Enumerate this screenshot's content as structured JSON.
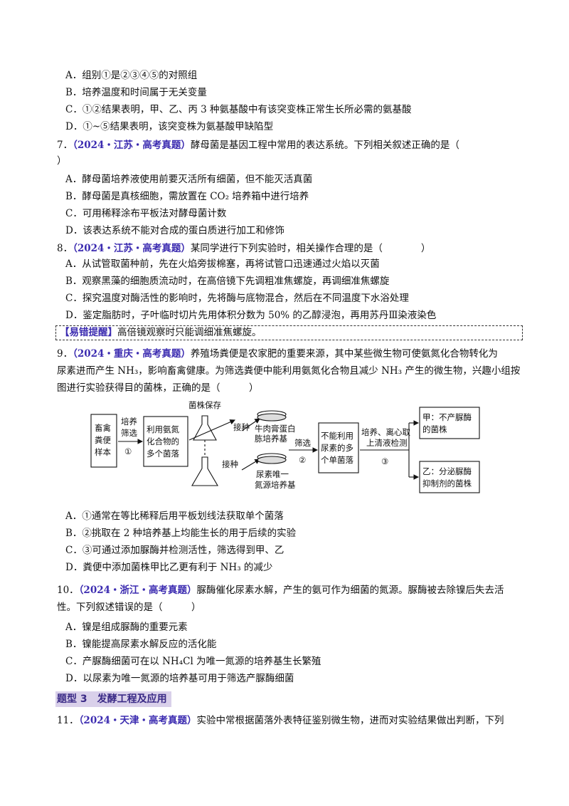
{
  "q6_options": [
    "A．组别①是②③④⑤的对照组",
    "B．培养温度和时间属于无关变量",
    "C．①②结果表明，甲、乙、丙 3 种氨基酸中有该突变株正常生长所必需的氨基酸",
    "D．①~⑤结果表明，该突变株为氨基酸甲缺陷型"
  ],
  "q7": {
    "number": "7．",
    "source": "（2024・江苏・高考真题）",
    "stem_line1": "酵母菌是基因工程中常用的表达系统。下列相关叙述正确的是（",
    "stem_line2": "）",
    "options": [
      "A．酵母菌培养液使用前要灭活所有细菌，但不能灭活真菌",
      "B．酵母菌是真核细胞，需放置在 CO₂ 培养箱中进行培养",
      "C．可用稀释涂布平板法对酵母菌计数",
      "D．该表达系统不能对合成的蛋白质进行加工和修饰"
    ]
  },
  "q8": {
    "number": "8．",
    "source": "（2024・江苏・高考真题）",
    "stem": "某同学进行下列实验时，相关操作合理的是（　　　　）",
    "options": [
      "A．从试管取菌种前，先在火焰旁拔棉塞，再将试管口迅速通过火焰以灭菌",
      "B．观察黑藻的细胞质流动时，在高倍镜下先调粗准焦螺旋，再调细准焦螺旋",
      "C．探究温度对酶活性的影响时，先将酶与底物混合，然后在不同温度下水浴处理",
      "D．鉴定脂肪时，子叶临时切片先用体积分数为 50% 的乙醇浸泡，再用苏丹Ⅲ染液染色"
    ]
  },
  "tip": {
    "label": "【易错提醒】",
    "text": "高倍镜观察时只能调细准焦螺旋。"
  },
  "q9": {
    "number": "9．",
    "source": "（2024・重庆・高考真题）",
    "stem_line1": "养殖场粪便是农家肥的重要来源，其中某些微生物可使氨氮化合物转化为",
    "stem_line2": "尿素进而产生 NH₃，影响畜禽健康。为筛选粪便中能利用氨氮化合物且减少 NH₃ 产生的微生物，兴趣小组按",
    "stem_line3": "图进行实验获得目的菌株，正确的是（　　　）",
    "diagram": {
      "box1": [
        "畜禽",
        "粪便",
        "样本"
      ],
      "arrow1_top": [
        "培养",
        "筛选"
      ],
      "arrow1_bottom": "①",
      "box2": [
        "利用氨氮",
        "化合物的",
        "多个菌落"
      ],
      "preserve": "菌株保存",
      "inoc_top": "接种",
      "inoc_bottom": "接种",
      "plate1": [
        "牛肉膏蛋白",
        "胨培养基"
      ],
      "plate2": [
        "尿素唯一",
        "氮源培养基"
      ],
      "arrow2_top": "筛选",
      "arrow2_bottom": "②",
      "box3": [
        "不能利用",
        "尿素的多",
        "个单菌落"
      ],
      "arrow3_top": [
        "培养、离心取",
        "上清液检测"
      ],
      "arrow3_bottom": "③",
      "box4": [
        "甲：不产脲酶",
        "的菌株"
      ],
      "box5": [
        "乙：分泌脲酶",
        "抑制剂的菌株"
      ]
    },
    "options": [
      "A．①通常在等比稀释后用平板划线法获取单个菌落",
      "B．②挑取在 2 种培养基上均能生长的用于后续的实验",
      "C．③可通过添加脲酶并检测活性，筛选得到甲、乙",
      "D．粪便中添加菌株甲比乙更有利于 NH₃ 的减少"
    ]
  },
  "q10": {
    "number": "10．",
    "source": "（2024・浙江・高考真题）",
    "stem_line1": "脲酶催化尿素水解，产生的氨可作为细菌的氮源。脲酶被去除镍后失去活",
    "stem_line2": "性。下列叙述错误的是（　　　）",
    "options": [
      "A．镍是组成脲酶的重要元素",
      "B．镍能提高尿素水解反应的活化能",
      "C．产脲酶细菌可在以 NH₄Cl 为唯一氮源的培养基生长繁殖",
      "D．以尿素为唯一氮源的培养基可用于筛选产脲酶细菌"
    ]
  },
  "section": "题型 3　发酵工程及应用",
  "q11": {
    "number": "11．",
    "source": "（2024・天津・高考真题）",
    "stem": "实验中常根据菌落外表特征鉴别微生物，进而对实验结果做出判断，下列"
  }
}
